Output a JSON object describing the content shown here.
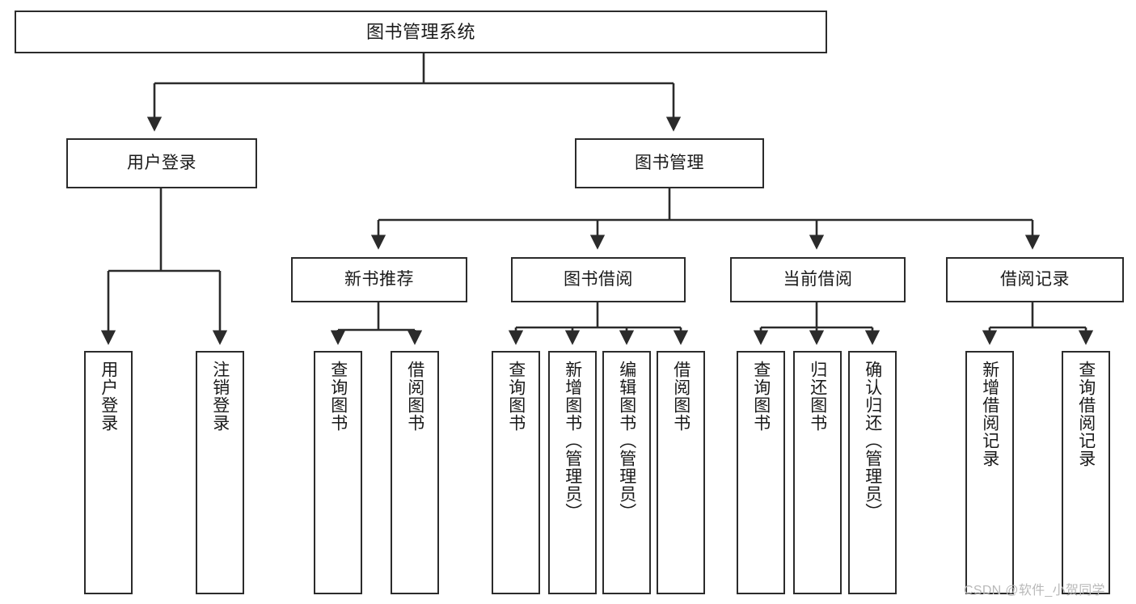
{
  "diagram": {
    "title": "图书管理系统",
    "type": "功能结构图",
    "watermark": "CSDN @软件_小贺同学",
    "colors": {
      "node_border": "#2b2b2b",
      "node_fill": "#ffffff",
      "edge": "#2b2b2b",
      "text": "#1a1a1a",
      "watermark": "#b9b9b9",
      "background": "#ffffff"
    },
    "nodes": {
      "root": {
        "label": "图书管理系统"
      },
      "level1": [
        {
          "id": "user-login",
          "label": "用户登录"
        },
        {
          "id": "book-management",
          "label": "图书管理"
        }
      ],
      "level2": [
        {
          "id": "new-book-recommend",
          "label": "新书推荐"
        },
        {
          "id": "book-borrow",
          "label": "图书借阅"
        },
        {
          "id": "current-borrow",
          "label": "当前借阅"
        },
        {
          "id": "borrow-record",
          "label": "借阅记录"
        }
      ],
      "leaves": {
        "user_login": [
          {
            "id": "leaf-user-login",
            "label": "用户登录"
          },
          {
            "id": "leaf-user-logout",
            "label": "注销登录"
          }
        ],
        "new_book_recommend": [
          {
            "id": "leaf-query-book-1",
            "label": "查询图书"
          },
          {
            "id": "leaf-borrow-book-1",
            "label": "借阅图书"
          }
        ],
        "book_borrow": [
          {
            "id": "leaf-query-book-2",
            "label": "查询图书"
          },
          {
            "id": "leaf-add-book",
            "label": "新增图书（管理员）"
          },
          {
            "id": "leaf-edit-book",
            "label": "编辑图书（管理员）"
          },
          {
            "id": "leaf-borrow-book-2",
            "label": "借阅图书"
          }
        ],
        "current_borrow": [
          {
            "id": "leaf-query-book-3",
            "label": "查询图书"
          },
          {
            "id": "leaf-return-book",
            "label": "归还图书"
          },
          {
            "id": "leaf-confirm-return",
            "label": "确认归还（管理员）"
          }
        ],
        "borrow_record": [
          {
            "id": "leaf-add-record",
            "label": "新增借阅记录"
          },
          {
            "id": "leaf-query-record",
            "label": "查询借阅记录"
          }
        ]
      }
    }
  }
}
